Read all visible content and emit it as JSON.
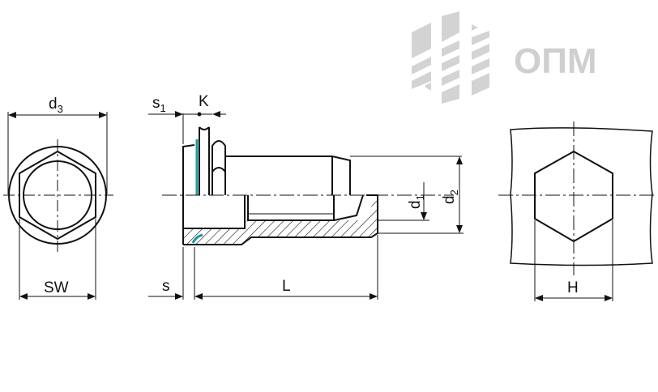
{
  "logo": {
    "text": "ОПМ"
  },
  "labels": {
    "d3": {
      "main": "d",
      "sub": "3"
    },
    "sw": "SW",
    "s1": {
      "main": "s",
      "sub": "1"
    },
    "k": "K",
    "s": "s",
    "l": "L",
    "d1": {
      "main": "d",
      "sub": "1"
    },
    "d2": {
      "main": "d",
      "sub": "2"
    },
    "h": "H"
  },
  "colors": {
    "line": "#111111",
    "accent": "#1a9a9a",
    "logo": "#cfcfcf"
  }
}
